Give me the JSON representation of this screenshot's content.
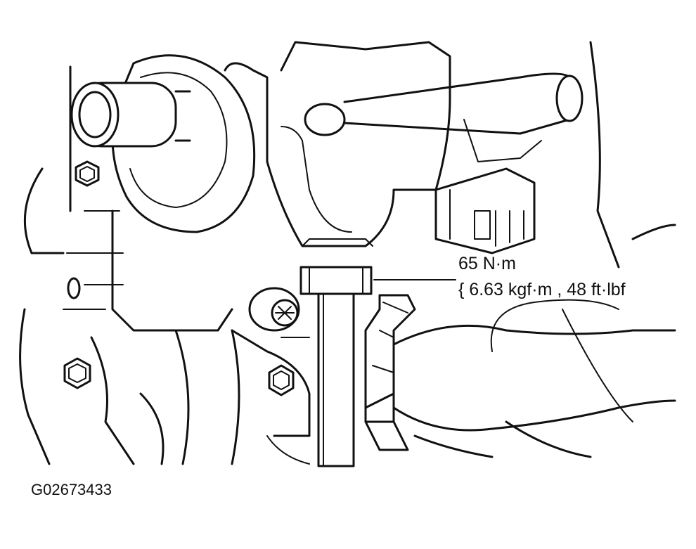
{
  "callout": {
    "torque_primary": "65 N·m",
    "torque_secondary": "{ 6.63 kgf·m , 48 ft·lbf"
  },
  "figure_id": "G02673433",
  "colors": {
    "line": "#111111",
    "background": "#ffffff"
  }
}
